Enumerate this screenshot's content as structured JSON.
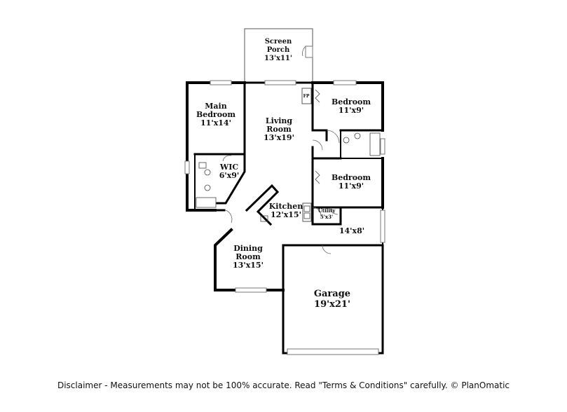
{
  "rooms": {
    "screen_porch": {
      "line1": "Screen",
      "line2": "Porch",
      "size": "13'x11'"
    },
    "main_bedroom": {
      "line1": "Main",
      "line2": "Bedroom",
      "size": "11'x14'"
    },
    "living_room": {
      "line1": "Living",
      "line2": "Room",
      "size": "13'x19'"
    },
    "bedroom_1": {
      "name": "Bedroom",
      "size": "11'x9'"
    },
    "bedroom_2": {
      "name": "Bedroom",
      "size": "11'x9'"
    },
    "wic": {
      "name": "WIC",
      "size": "6'x9'"
    },
    "kitchen": {
      "name": "Kitchen",
      "size": "12'x15'"
    },
    "utility": {
      "name": "Utility",
      "size": "5'x3'"
    },
    "side_room": {
      "size": "14'x8'"
    },
    "dining_room": {
      "line1": "Dining",
      "line2": "Room",
      "size": "13'x15'"
    },
    "garage": {
      "name": "Garage",
      "size": "19'x21'"
    },
    "fireplace": {
      "name": "FP"
    }
  },
  "disclaimer": "Disclaimer - Measurements may not be 100% accurate. Read \"Terms & Conditions\" carefully. © PlanOmatic"
}
